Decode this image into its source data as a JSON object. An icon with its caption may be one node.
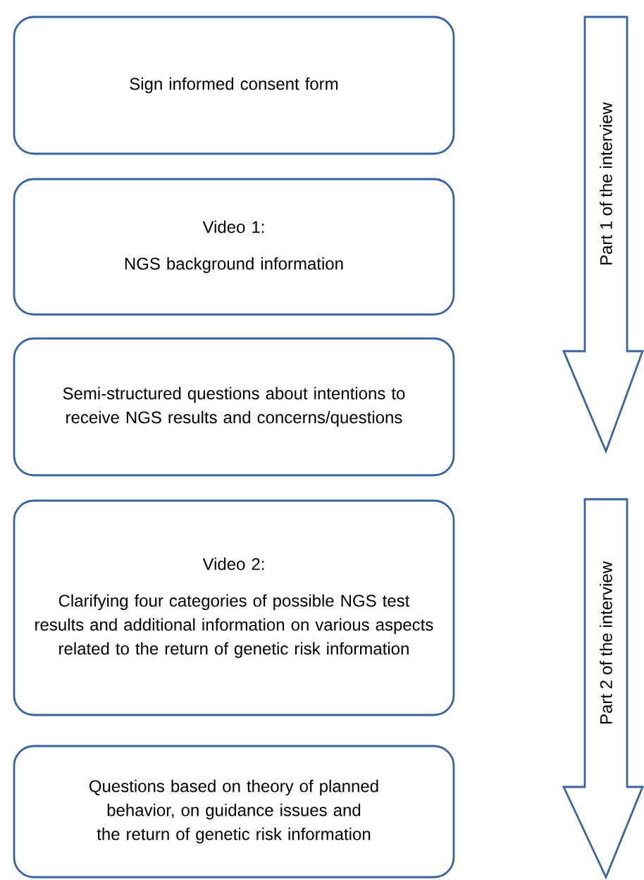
{
  "diagram": {
    "nodes": [
      {
        "text": [
          "Sign informed consent form"
        ]
      },
      {
        "text": [
          "Video 1:",
          "NGS background information"
        ]
      },
      {
        "text": [
          "Semi-structured questions about intentions to receive NGS results and concerns/questions"
        ]
      },
      {
        "text": [
          "Video 2:",
          "Clarifying four categories of possible NGS test results and additional information on various aspects related to the return of genetic risk information"
        ]
      },
      {
        "text": [
          "Questions based on theory of planned behavior, on guidance issues and the return of genetic risk information"
        ]
      },
      {
        "text": [
          "Part 1 of the interview"
        ]
      },
      {
        "text": [
          "Part 2 of the interview"
        ]
      }
    ],
    "edges": []
  }
}
